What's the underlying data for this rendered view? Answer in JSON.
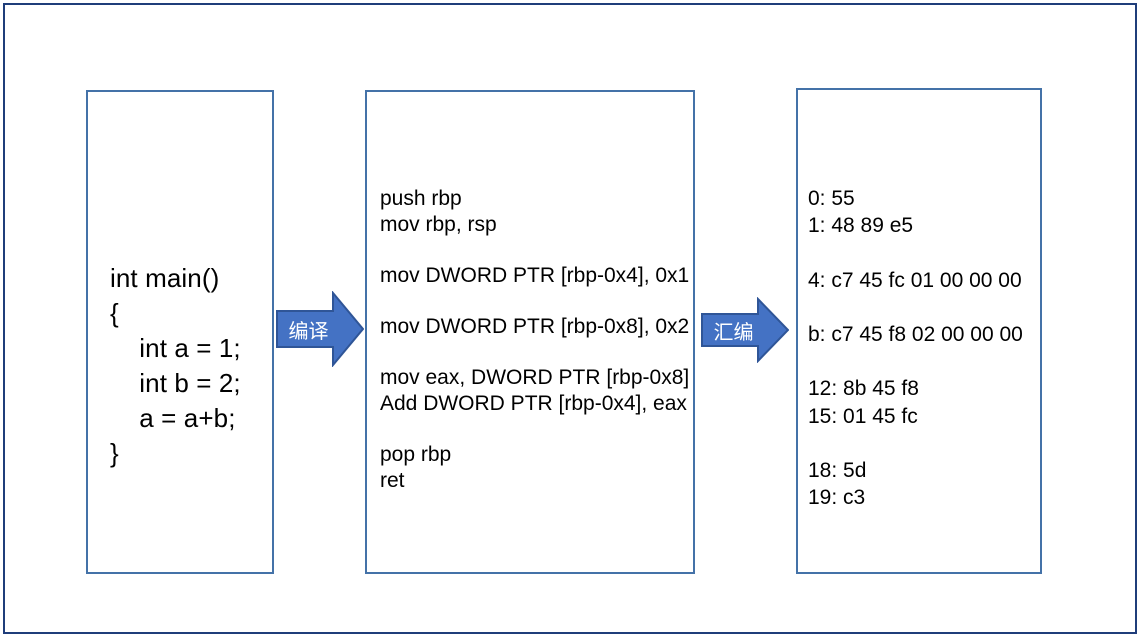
{
  "diagram": {
    "title": "compilation-pipeline",
    "colors": {
      "frame_border": "#1f3d7a",
      "box_border": "#4472a8",
      "arrow_fill": "#4472c4",
      "arrow_stroke": "#2f5597",
      "arrow_label_text": "#ffffff",
      "text": "#000000",
      "background": "#ffffff"
    },
    "stages": [
      {
        "name": "source-code",
        "lines": [
          "int main()",
          "{",
          "    int a = 1;",
          "    int b = 2;",
          "    a = a+b;",
          "}"
        ],
        "text": "int main()\n{\n    int a = 1;\n    int b = 2;\n    a = a+b;\n}"
      },
      {
        "name": "assembly-code",
        "lines": [
          "push rbp",
          "mov rbp, rsp",
          "",
          "mov DWORD PTR [rbp-0x4], 0x1",
          "",
          "mov DWORD PTR [rbp-0x8], 0x2",
          "",
          "mov eax, DWORD PTR [rbp-0x8]",
          "Add DWORD PTR [rbp-0x4], eax",
          "",
          "pop rbp",
          "ret"
        ],
        "text": "push rbp\nmov rbp, rsp\n\nmov DWORD PTR [rbp-0x4], 0x1\n\nmov DWORD PTR [rbp-0x8], 0x2\n\nmov eax, DWORD PTR [rbp-0x8]\nAdd DWORD PTR [rbp-0x4], eax\n\npop rbp\nret"
      },
      {
        "name": "machine-code",
        "lines": [
          "0: 55",
          "1: 48 89 e5",
          "",
          "4: c7 45 fc 01 00 00 00",
          "",
          "b: c7 45 f8 02 00 00 00",
          "",
          "12: 8b 45 f8",
          "15: 01 45 fc",
          "",
          "18: 5d",
          "19: c3"
        ],
        "text": "0: 55\n1: 48 89 e5\n\n4: c7 45 fc 01 00 00 00\n\nb: c7 45 f8 02 00 00 00\n\n12: 8b 45 f8\n15: 01 45 fc\n\n18: 5d\n19: c3"
      }
    ],
    "arrows": [
      {
        "name": "compile-arrow",
        "label": "编译"
      },
      {
        "name": "assemble-arrow",
        "label": "汇编"
      }
    ]
  }
}
